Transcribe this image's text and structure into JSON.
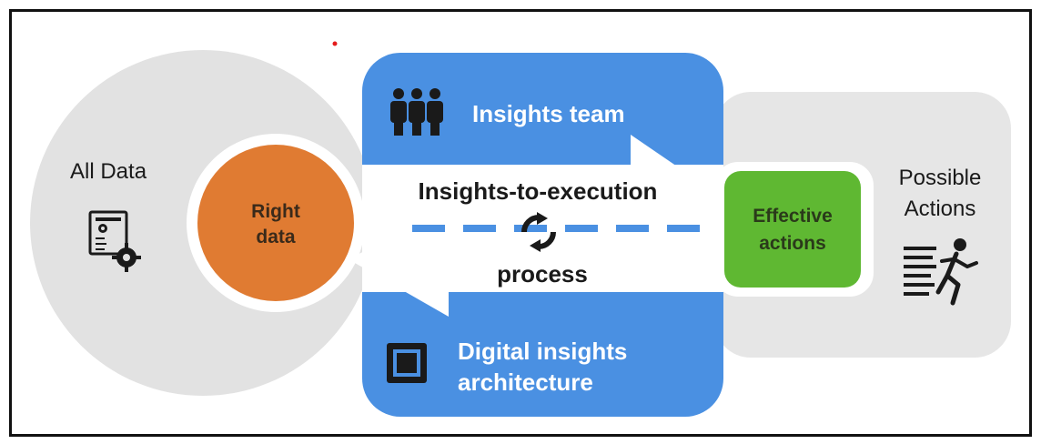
{
  "diagram": {
    "all_data_label": "All Data",
    "right_data_label_line1": "Right",
    "right_data_label_line2": "data",
    "insights_team_label": "Insights team",
    "process_label_line1": "Insights-to-execution",
    "process_label_line2": "process",
    "digital_label_line1": "Digital insights",
    "digital_label_line2": "architecture",
    "effective_label_line1": "Effective",
    "effective_label_line2": "actions",
    "possible_label_line1": "Possible",
    "possible_label_line2": "Actions"
  },
  "icons": {
    "team": "people-group-icon",
    "cycle": "refresh-cycle-icon",
    "chip": "microchip-icon",
    "data": "data-gears-icon",
    "runner": "running-person-icon"
  },
  "colors": {
    "blue": "#4a90e2",
    "orange": "#e07b32",
    "green": "#5fb832",
    "gray": "#e2e2e2",
    "light_gray": "#e6e6e6",
    "dot_red": "#e41b1b"
  }
}
